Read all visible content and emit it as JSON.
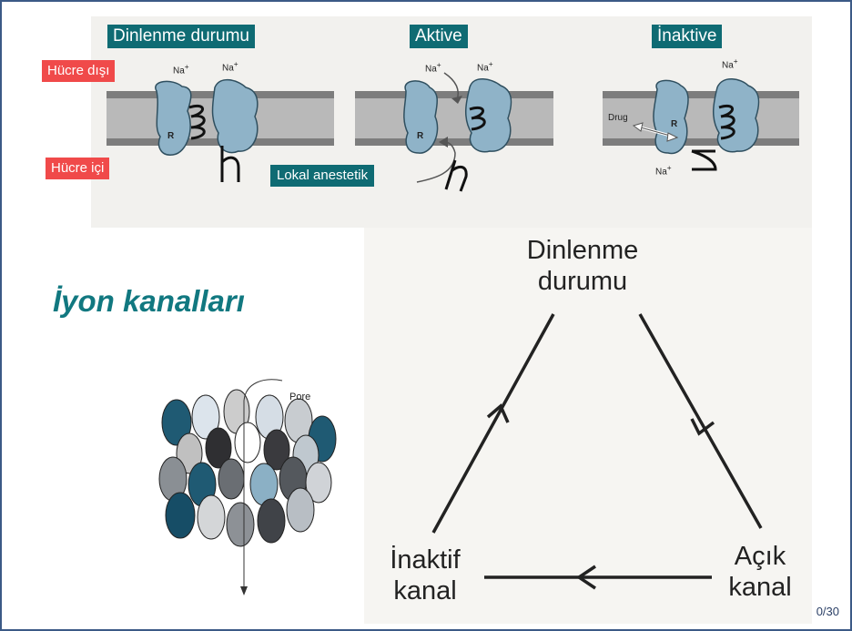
{
  "states": {
    "resting": "Dinlenme durumu",
    "active": "Aktive",
    "inactive": "İnaktive"
  },
  "side_labels": {
    "outside": "Hücre dışı",
    "inside": "Hücre içi"
  },
  "membrane_text": {
    "na": "Na",
    "na_sup": "+",
    "receptor": "R",
    "drug": "Drug",
    "gate_h": "h",
    "gate_m": "m"
  },
  "local_anesthetic": "Lokal anestetik",
  "title": "İyon kanalları",
  "pore_label": "Pore",
  "cycle": {
    "top_line1": "Dinlenme",
    "top_line2": "durumu",
    "right_line1": "Açık",
    "right_line2": "kanal",
    "left_line1": "İnaktif",
    "left_line2": "kanal"
  },
  "page_number": "0/30",
  "colors": {
    "teal": "#0f6b73",
    "red_label": "#f04a4a",
    "channel_blue": "#8fb3c8",
    "frame": "#3c5a86"
  }
}
